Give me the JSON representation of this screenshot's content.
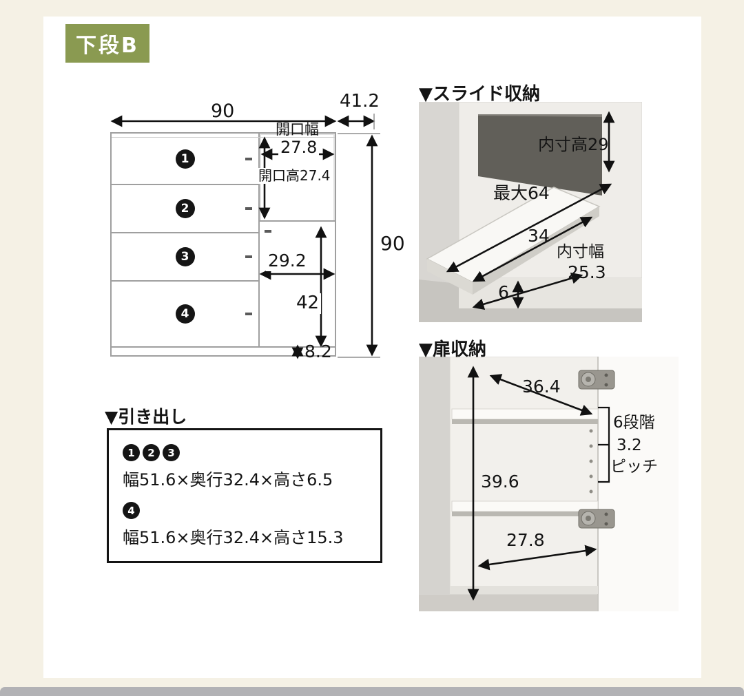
{
  "page": {
    "badge": "下段B"
  },
  "front_view": {
    "width": "90",
    "depth": "41.2",
    "height": "90",
    "drawer_numbers": [
      "1",
      "2",
      "3",
      "4"
    ],
    "opening_width_label": "開口幅",
    "opening_width_value": "27.8",
    "opening_height": "開口高27.4",
    "door_width": "29.2",
    "door_height": "42",
    "base_height": "8.2"
  },
  "slide_storage": {
    "title": "▼スライド収納",
    "inner_height": "内寸高29",
    "max_extension": "最大64",
    "depth": "34",
    "inner_width_label": "内寸幅",
    "inner_width_value": "25.3",
    "clearance": "6"
  },
  "door_storage": {
    "title": "▼扉収納",
    "shelf_width": "36.4",
    "inner_height": "39.6",
    "bottom_width": "27.8",
    "pitch_lines": [
      "6段階",
      "3.2",
      "ピッチ"
    ]
  },
  "drawer_specs": {
    "title": "▼引き出し",
    "group1_numbers": [
      "1",
      "2",
      "3"
    ],
    "group1_spec": "幅51.6×奥行32.4×高さ6.5",
    "group2_numbers": [
      "4"
    ],
    "group2_spec": "幅51.6×奥行32.4×高さ15.3"
  }
}
